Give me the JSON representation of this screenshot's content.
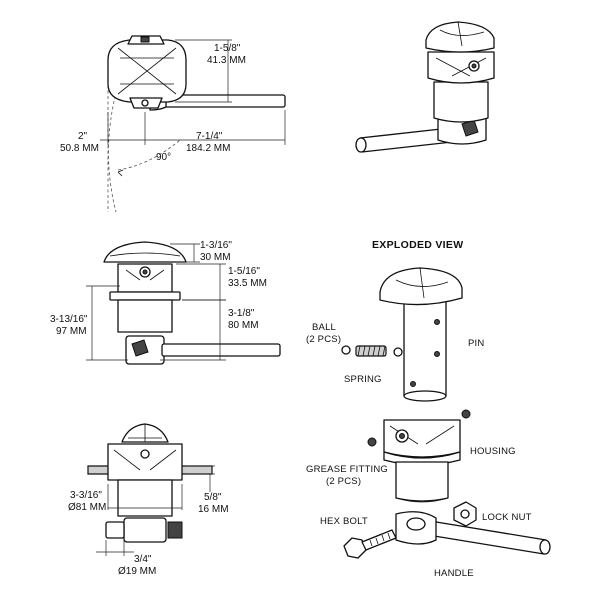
{
  "title": "EXPLODED VIEW",
  "top_view": {
    "dim_height_in": "1-5/8\"",
    "dim_height_mm": "41.3 MM",
    "dim_offset_in": "2\"",
    "dim_offset_mm": "50.8 MM",
    "dim_length_in": "7-1/4\"",
    "dim_length_mm": "184.2 MM",
    "angle": "90°"
  },
  "side_view": {
    "dim_cap_in": "1-3/16\"",
    "dim_cap_mm": "30 MM",
    "dim_housing_in": "1-5/16\"",
    "dim_housing_mm": "33.5 MM",
    "dim_total_in": "3-13/16\"",
    "dim_total_mm": "97 MM",
    "dim_lower_in": "3-1/8\"",
    "dim_lower_mm": "80 MM"
  },
  "mount_view": {
    "dim_dia_in": "3-3/16\"",
    "dim_dia_mm": "Ø81 MM",
    "dim_plate_in": "5/8\"",
    "dim_plate_mm": "16 MM",
    "dim_shaft_in": "3/4\"",
    "dim_shaft_mm": "Ø19 MM"
  },
  "parts": {
    "ball": "BALL",
    "ball_qty": "(2 PCS)",
    "pin": "PIN",
    "spring": "SPRING",
    "housing": "HOUSING",
    "grease_fitting": "GREASE FITTING",
    "grease_qty": "(2 PCS)",
    "hex_bolt": "HEX BOLT",
    "lock_nut": "LOCK NUT",
    "handle": "HANDLE"
  }
}
